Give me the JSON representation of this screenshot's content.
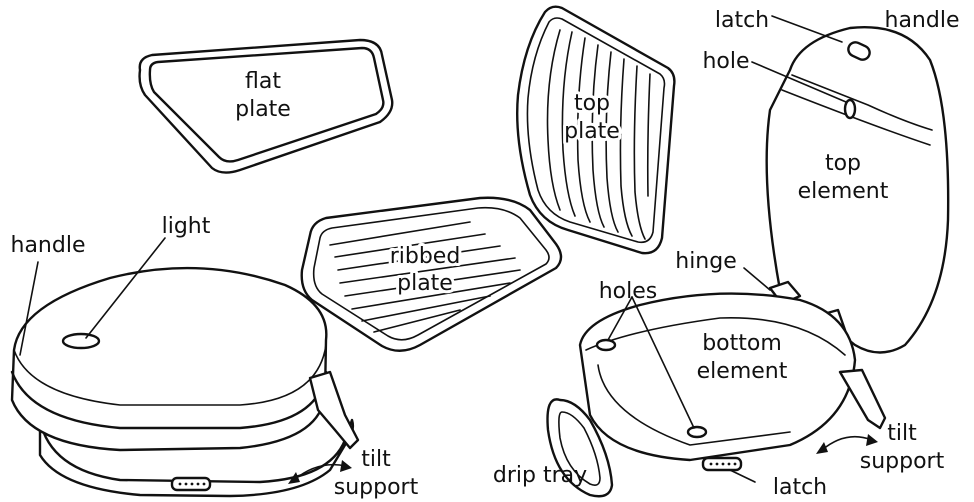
{
  "labels": {
    "flat_plate_1": "flat",
    "flat_plate_2": "plate",
    "top_plate_1": "top",
    "top_plate_2": "plate",
    "ribbed_plate_1": "ribbed",
    "ribbed_plate_2": "plate",
    "light": "light",
    "handle_left": "handle",
    "tilt_support_left_1": "tilt",
    "tilt_support_left_2": "support",
    "latch_top": "latch",
    "handle_right": "handle",
    "hole": "hole",
    "top_element_1": "top",
    "top_element_2": "element",
    "hinge": "hinge",
    "holes": "holes",
    "bottom_element_1": "bottom",
    "bottom_element_2": "element",
    "tilt_support_right_1": "tilt",
    "tilt_support_right_2": "support",
    "drip_tray": "drip tray",
    "latch_bottom": "latch"
  },
  "colors": {
    "ink": "#111111",
    "background": "#ffffff"
  }
}
